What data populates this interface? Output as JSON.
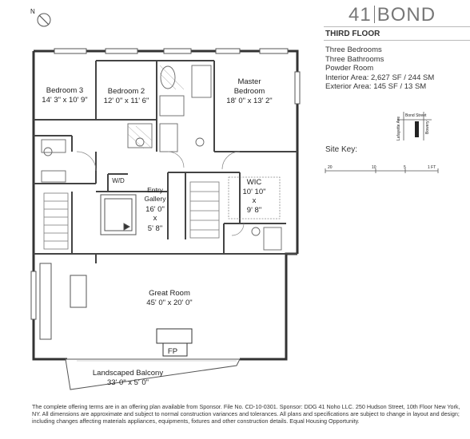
{
  "brand": {
    "number": "41",
    "name": "BOND"
  },
  "floor": "THIRD FLOOR",
  "details": [
    "Three Bedrooms",
    "Three Bathrooms",
    "Powder Room",
    "Interior Area: 2,627 SF / 244 SM",
    "Exterior Area: 145 SF / 13 SM"
  ],
  "compass": "N",
  "rooms": {
    "bedroom3": {
      "name": "Bedroom 3",
      "dims": "14' 3\" x 10' 9\""
    },
    "bedroom2": {
      "name": "Bedroom 2",
      "dims": "12' 0\" x 11' 6\""
    },
    "master": {
      "name1": "Master",
      "name2": "Bedroom",
      "dims": "18' 0\" x 13' 2\""
    },
    "wd": {
      "name": "W/D"
    },
    "entry": {
      "name1": "Entry",
      "name2": "Gallery",
      "dim1": "16' 0\"",
      "x": "x",
      "dim2": "5' 8\""
    },
    "wic": {
      "name": "WIC",
      "dim1": "10' 10\"",
      "x": "x",
      "dim2": "9' 8\""
    },
    "great": {
      "name": "Great Room",
      "dims": "45' 0\" x 20' 0\""
    },
    "fp": {
      "name": "FP"
    },
    "balcony": {
      "name": "Landscaped Balcony",
      "dims": "33' 0\" x 5' 0\""
    }
  },
  "key_map": {
    "streets": [
      "Lafayette Ave",
      "Bond Street",
      "Bowery"
    ]
  },
  "key_label": "Site Key:",
  "scale": [
    "20",
    "10",
    "5",
    "1 FT"
  ],
  "footer": "The complete offering terms are in an offering plan available from Sponsor. File No. CD-10-0301. Sponsor: DDG 41 Noho LLC. 250 Hudson Street, 10th Floor New York, NY. All dimensions are approximate and subject to normal construction variances and tolerances. All plans and specifications are subject to change in layout and design; including changes affecting materials appliances, equipments, fixtures and other construction details. Equal Housing Opportunity.",
  "colors": {
    "wall": "#333333",
    "line": "#555555",
    "text": "#222222",
    "brand": "#777777"
  }
}
